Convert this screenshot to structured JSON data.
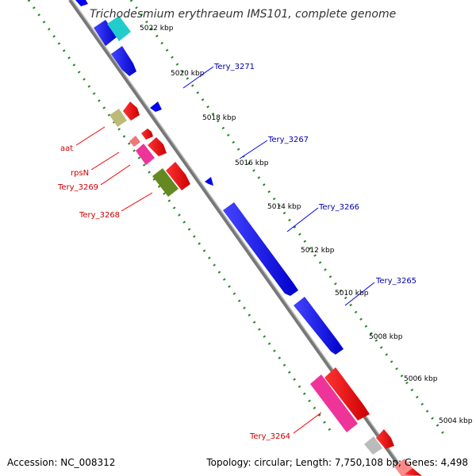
{
  "title": "Trichodesmium erythraeum IMS101, complete genome",
  "accession": "Accession: NC_008312",
  "topology": "Topology: circular; Length: 7,750,108 bp; Genes: 4,498",
  "ticks": [
    {
      "kb": 5022,
      "label": "5022 kbp"
    },
    {
      "kb": 5020,
      "label": "5020 kbp"
    },
    {
      "kb": 5018,
      "label": "5018 kbp"
    },
    {
      "kb": 5016,
      "label": "5016 kbp"
    },
    {
      "kb": 5014,
      "label": "5014 kbp"
    },
    {
      "kb": 5012,
      "label": "5012 kbp"
    },
    {
      "kb": 5010,
      "label": "5010 kbp"
    },
    {
      "kb": 5008,
      "label": "5008 kbp"
    },
    {
      "kb": 5006,
      "label": "5006 kbp"
    },
    {
      "kb": 5004,
      "label": "5004 kbp"
    }
  ],
  "gene_labels_forward": [
    "Tery_3271",
    "Tery_3267",
    "Tery_3266",
    "Tery_3265"
  ],
  "gene_labels_reverse": [
    "aat",
    "rpsN",
    "Tery_3269",
    "Tery_3268",
    "Tery_3264"
  ],
  "colors": {
    "forward_gene": "#0000ee",
    "reverse_gene": "#ee0000",
    "cyan_feature": "#22cccc",
    "magenta_feature": "#ee3399",
    "olive_feature": "#668822",
    "khaki_feature": "#bbbb77",
    "backbone": "#888888",
    "dotted_ring": "#228822",
    "forward_label": "#0000aa",
    "reverse_label": "#cc0000"
  }
}
